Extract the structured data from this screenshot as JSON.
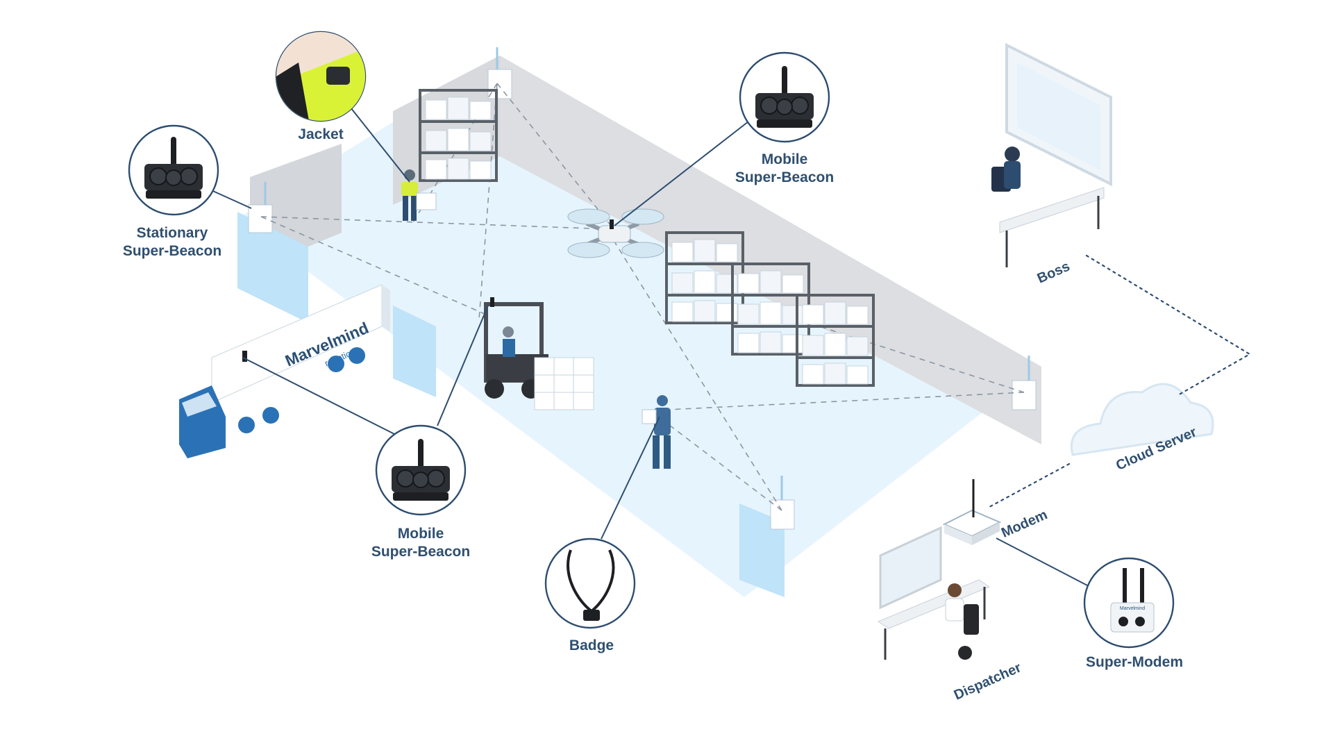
{
  "diagram": {
    "labels": {
      "jacket": "Jacket",
      "stationary_line1": "Stationary",
      "stationary_line2": "Super-Beacon",
      "mobile_top_line1": "Mobile",
      "mobile_top_line2": "Super-Beacon",
      "mobile_bottom_line1": "Mobile",
      "mobile_bottom_line2": "Super-Beacon",
      "badge": "Badge",
      "boss": "Boss",
      "cloud_server": "Cloud Server",
      "modem": "Modem",
      "dispatcher": "Dispatcher",
      "super_modem": "Super-Modem"
    },
    "truck_brand": "Marvelmind",
    "truck_brand_sub": "robotics",
    "modem_device_brand": "Marvelmind",
    "colors": {
      "floor": "#e6f4fd",
      "wall_gray": "#d7d9dc",
      "wall_blue": "#bfe3f8",
      "accent_navy": "#2d4d70",
      "signal_gray": "#8a96a3"
    },
    "icons": [
      "beacon-icon",
      "jacket-tag-icon",
      "badge-lanyard-icon",
      "drone-icon",
      "forklift-icon",
      "truck-icon",
      "cloud-icon",
      "router-icon",
      "super-modem-icon",
      "monitor-icon",
      "worker-icon"
    ]
  }
}
